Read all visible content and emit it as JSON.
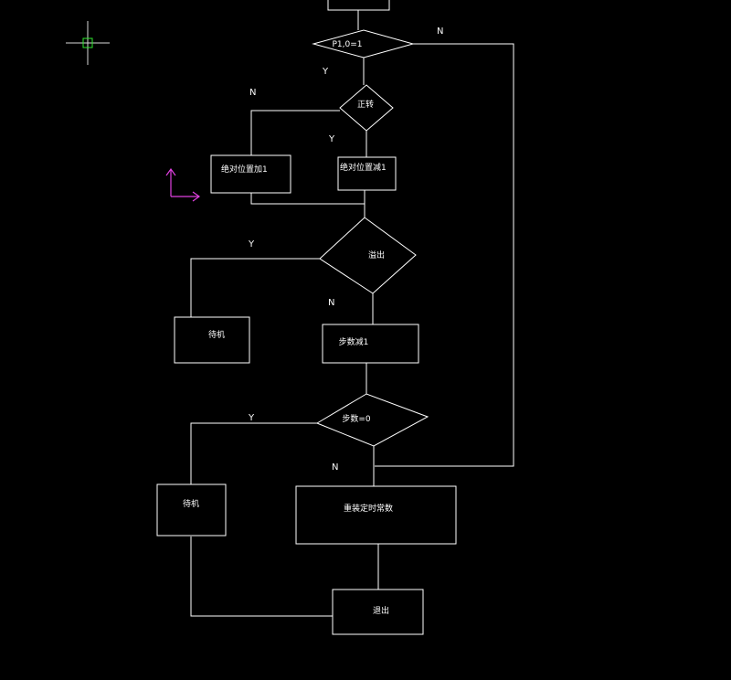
{
  "colors": {
    "background": "#000000",
    "lines": "#ffffff",
    "crosshair": "#2ee82e",
    "ucs_icon": "#e040e0"
  },
  "icons": {
    "cursor": "crosshair-cursor-icon",
    "ucs": "ucs-axis-icon"
  },
  "flowchart": {
    "top_box": "",
    "decision_p10": "P1,0=1",
    "decision_forward": "正转",
    "box_abs_pos_add": "绝对位置加1",
    "box_abs_pos_sub": "绝对位置减1",
    "decision_overflow": "溢出",
    "box_standby_1": "待机",
    "box_step_sub": "步数减1",
    "decision_steps_zero": "步数=0",
    "box_standby_2": "待机",
    "box_reload_timer": "重装定时常数",
    "box_exit": "退出"
  },
  "edge_labels": {
    "p10_no": "N",
    "p10_yes": "Y",
    "forward_no": "N",
    "forward_yes": "Y",
    "overflow_yes": "Y",
    "overflow_no": "N",
    "steps_yes": "Y",
    "steps_no": "N"
  }
}
